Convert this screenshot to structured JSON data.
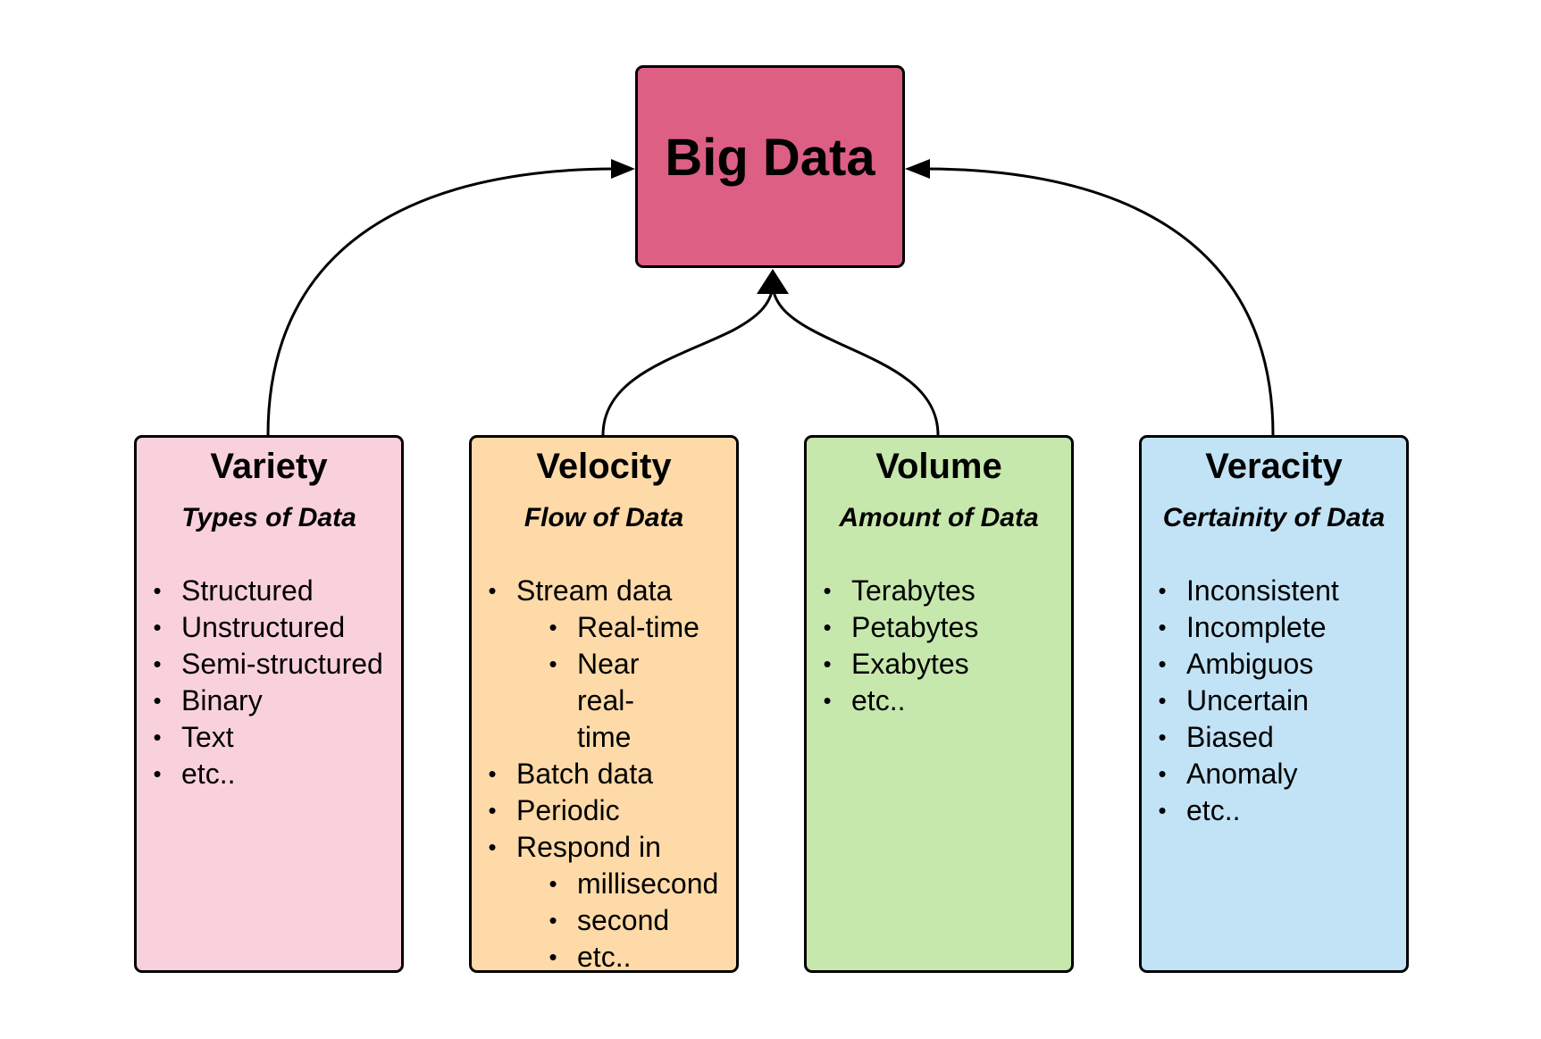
{
  "root": {
    "title": "Big Data",
    "color": "#dd5f84"
  },
  "bullet_glyph": "•",
  "cards": [
    {
      "id": "variety",
      "title": "Variety",
      "subtitle": "Types of Data",
      "color": "#f9d1dc",
      "items": [
        {
          "text": "Structured",
          "level": 1
        },
        {
          "text": "Unstructured",
          "level": 1
        },
        {
          "text": "Semi-structured",
          "level": 1
        },
        {
          "text": "Binary",
          "level": 1
        },
        {
          "text": "Text",
          "level": 1
        },
        {
          "text": "etc..",
          "level": 1
        }
      ]
    },
    {
      "id": "velocity",
      "title": "Velocity",
      "subtitle": "Flow of Data",
      "color": "#fddaa8",
      "items": [
        {
          "text": "Stream data",
          "level": 1
        },
        {
          "text": "Real-time",
          "level": 2
        },
        {
          "text": "Near real-time",
          "level": 2
        },
        {
          "text": "Batch data",
          "level": 1
        },
        {
          "text": "Periodic",
          "level": 1
        },
        {
          "text": "Respond in",
          "level": 1
        },
        {
          "text": "millisecond",
          "level": 2
        },
        {
          "text": "second",
          "level": 2
        },
        {
          "text": "etc..",
          "level": 2
        }
      ]
    },
    {
      "id": "volume",
      "title": "Volume",
      "subtitle": "Amount of Data",
      "color": "#c7e8ad",
      "items": [
        {
          "text": "Terabytes",
          "level": 1
        },
        {
          "text": "Petabytes",
          "level": 1
        },
        {
          "text": "Exabytes",
          "level": 1
        },
        {
          "text": "etc..",
          "level": 1
        }
      ]
    },
    {
      "id": "veracity",
      "title": "Veracity",
      "subtitle": "Certainity of Data",
      "color": "#c2e3f6",
      "items": [
        {
          "text": "Inconsistent",
          "level": 1
        },
        {
          "text": "Incomplete",
          "level": 1
        },
        {
          "text": "Ambiguos",
          "level": 1
        },
        {
          "text": "Uncertain",
          "level": 1
        },
        {
          "text": "Biased",
          "level": 1
        },
        {
          "text": "Anomaly",
          "level": 1
        },
        {
          "text": "etc..",
          "level": 1
        }
      ]
    }
  ],
  "edges": [
    {
      "from": "variety",
      "to": "Big Data"
    },
    {
      "from": "velocity",
      "to": "Big Data"
    },
    {
      "from": "volume",
      "to": "Big Data"
    },
    {
      "from": "veracity",
      "to": "Big Data"
    }
  ]
}
